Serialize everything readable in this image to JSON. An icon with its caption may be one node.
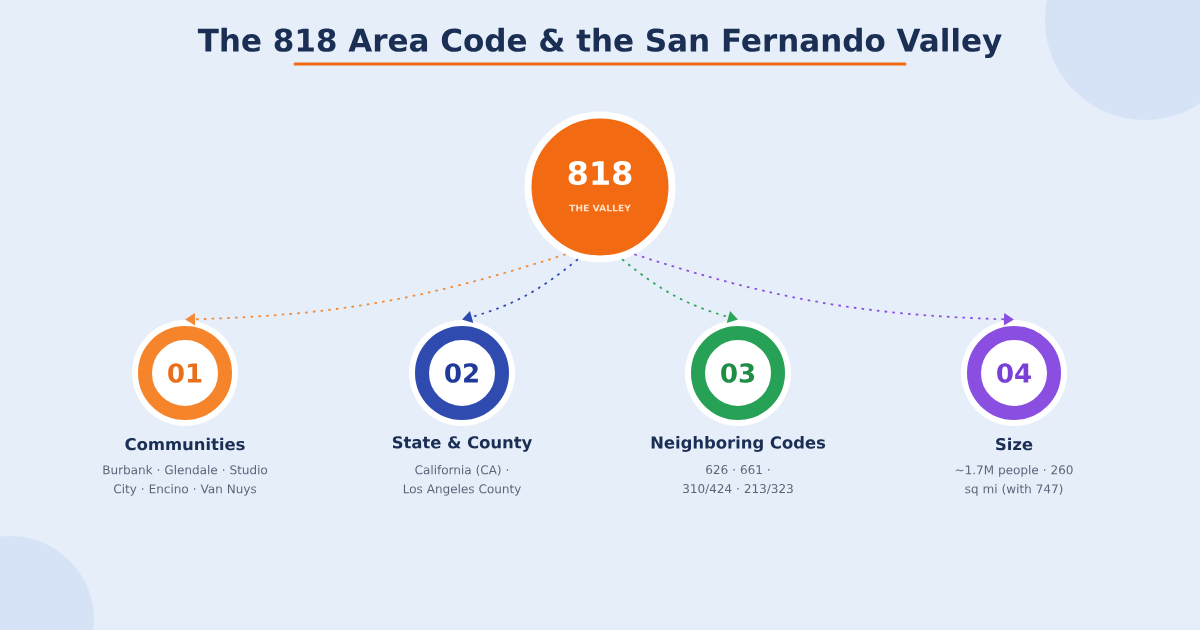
{
  "diagram": {
    "title": "The 818 Area Code & the San Fernando Valley",
    "nodes": [
      {
        "text": [
          "818",
          "THE VALLEY"
        ]
      },
      {
        "text": [
          "01",
          "Communities",
          "Burbank · Glendale · Studio City · Encino · Van Nuys"
        ]
      },
      {
        "text": [
          "02",
          "State & County",
          "California (CA) · Los Angeles County"
        ]
      },
      {
        "text": [
          "03",
          "Neighboring Codes",
          "626 · 661 · 310/424 · 213/323"
        ]
      },
      {
        "text": [
          "04",
          "Size",
          "~1.7M people · 260 sq mi (with 747)"
        ]
      }
    ],
    "edges": [
      {
        "from": 0,
        "to": 1,
        "arrow": "to",
        "style": "dashed",
        "color": "#f58a34"
      },
      {
        "from": 0,
        "to": 2,
        "arrow": "to",
        "style": "dashed",
        "color": "#2f4bb0"
      },
      {
        "from": 0,
        "to": 3,
        "arrow": "to",
        "style": "dashed",
        "color": "#2ea55a"
      },
      {
        "from": 0,
        "to": 4,
        "arrow": "to",
        "style": "dashed",
        "color": "#8a4fe0"
      }
    ]
  }
}
